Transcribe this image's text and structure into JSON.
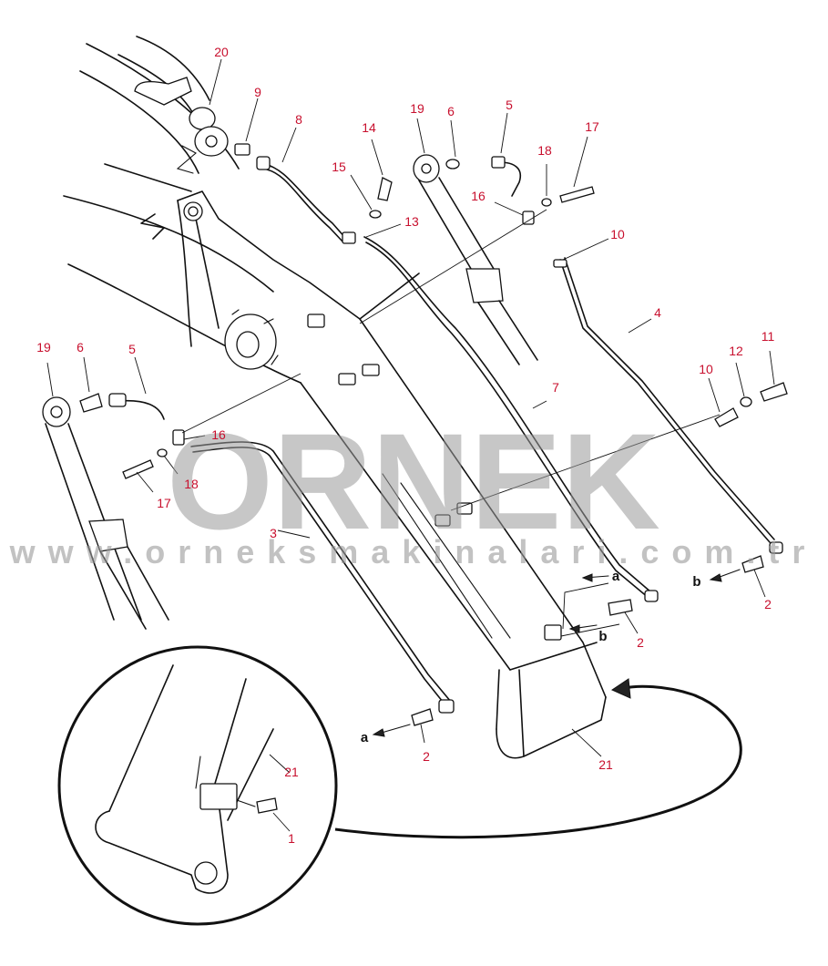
{
  "watermark": {
    "logo_text": "ORNEK",
    "url_text": "www.orneksmakinalari.com.tr"
  },
  "callouts": {
    "c20": "20",
    "c9": "9",
    "c8": "8",
    "c14": "14",
    "c15": "15",
    "c13": "13",
    "c19_top": "19",
    "c6_top": "6",
    "c5_top": "5",
    "c18_top": "18",
    "c17_top": "17",
    "c16_top": "16",
    "c10_top": "10",
    "c4": "4",
    "c19_left": "19",
    "c6_left": "6",
    "c5_left": "5",
    "c16_left": "16",
    "c18_left": "18",
    "c17_left": "17",
    "c3": "3",
    "c7": "7",
    "c10_right": "10",
    "c12": "12",
    "c11": "11",
    "c2_a": "2",
    "c2_b": "2",
    "c2_c": "2",
    "c21": "21",
    "c21_inset": "21",
    "c1": "1"
  },
  "flow_letters": {
    "a_top": "a",
    "b_right": "b",
    "b_mid": "b",
    "a_bottom": "a"
  }
}
